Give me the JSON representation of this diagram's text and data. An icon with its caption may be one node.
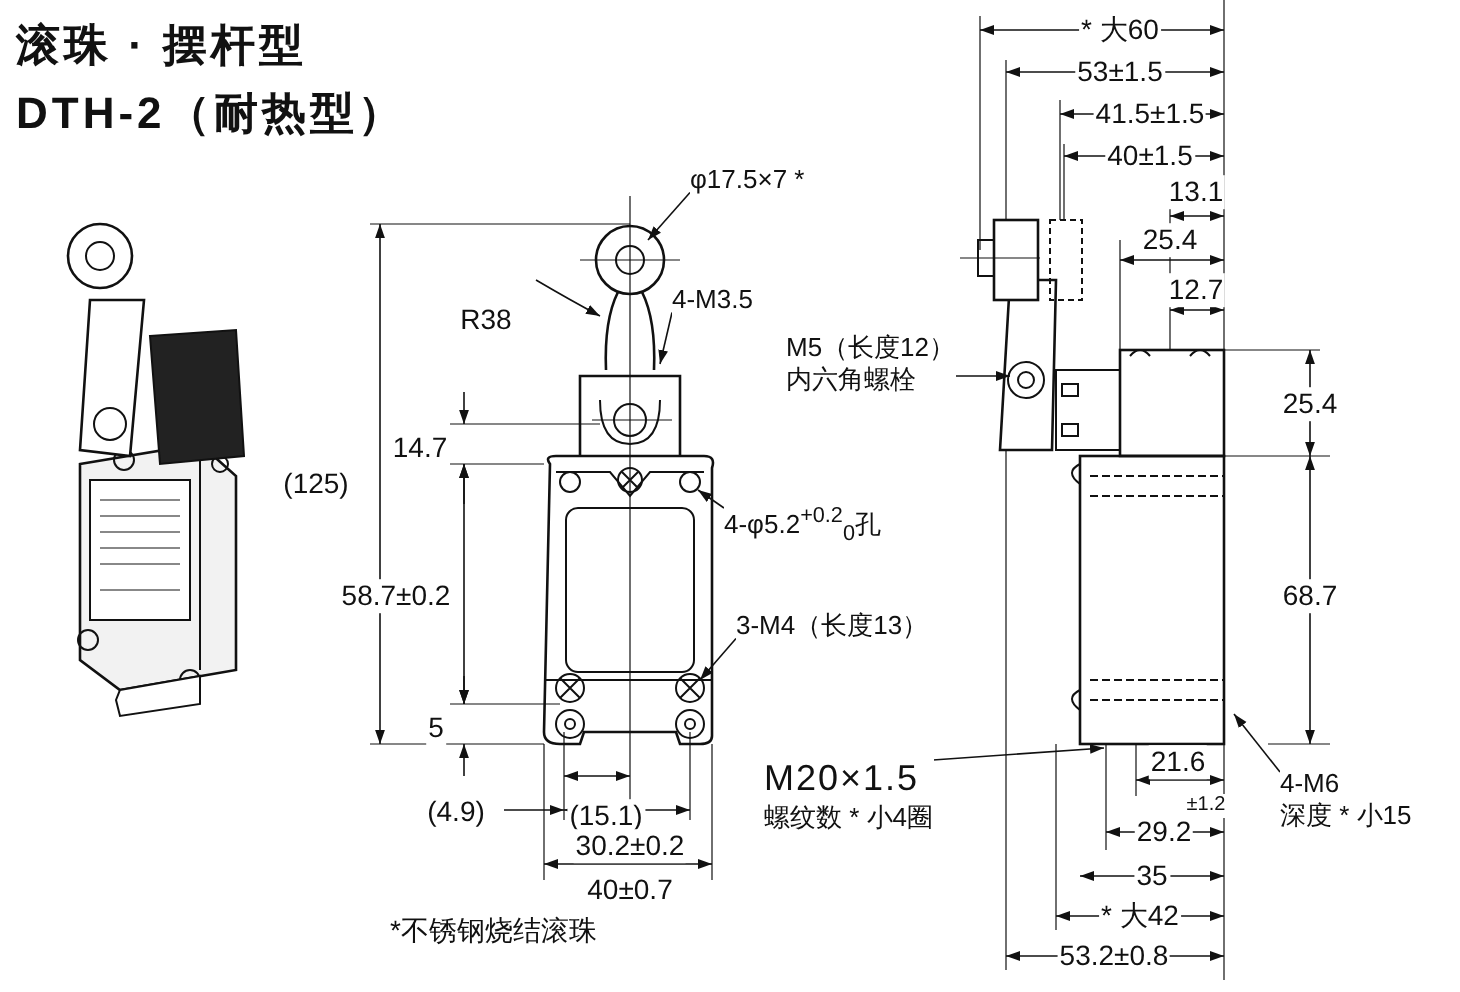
{
  "diagram": {
    "title": "滚珠 · 摆杆型",
    "nodes": [
      {
        "text": [
          "φ17.5×7 *"
        ]
      },
      {
        "text": [
          "4-M3.5"
        ]
      },
      {
        "text": [
          "M5（长度12）",
          "内六角螺栓"
        ]
      },
      {
        "text": [
          "4-φ5.2$^{+0.2}$$_{0}$孔"
        ]
      },
      {
        "text": [
          "3-M4（长度13）"
        ]
      },
      {
        "text": [
          "M20×1.5",
          "螺纹数 * 小4圈"
        ]
      },
      {
        "text": [
          "4-M6",
          "深度 * 小15"
        ]
      }
    ],
    "edges": [
      {
        "from": 0,
        "to": null,
        "arrow": "to"
      },
      {
        "from": 1,
        "to": null,
        "arrow": "to"
      },
      {
        "from": 2,
        "to": null,
        "arrow": "to"
      },
      {
        "from": 3,
        "to": null,
        "arrow": "to"
      },
      {
        "from": 4,
        "to": null,
        "arrow": "to"
      },
      {
        "from": 5,
        "to": null,
        "arrow": "to"
      },
      {
        "from": 6,
        "to": null,
        "arrow": "to"
      }
    ],
    "labels": [
      "DTH-2（耐热型）",
      "* 大60",
      "53±1.5",
      "41.5±1.5",
      "40±1.5",
      "13.1",
      "25.4",
      "12.7",
      "R38",
      "(125)",
      "25.4",
      "14.7",
      "58.7±0.2",
      "68.7",
      "5",
      "21.6",
      "(15.1)",
      "±1.2",
      "(4.9)",
      "29.2",
      "30.2±0.2",
      "35",
      "40±0.7",
      "* 大42",
      "53.2±0.8",
      "*不锈钢烧结滚珠"
    ]
  }
}
